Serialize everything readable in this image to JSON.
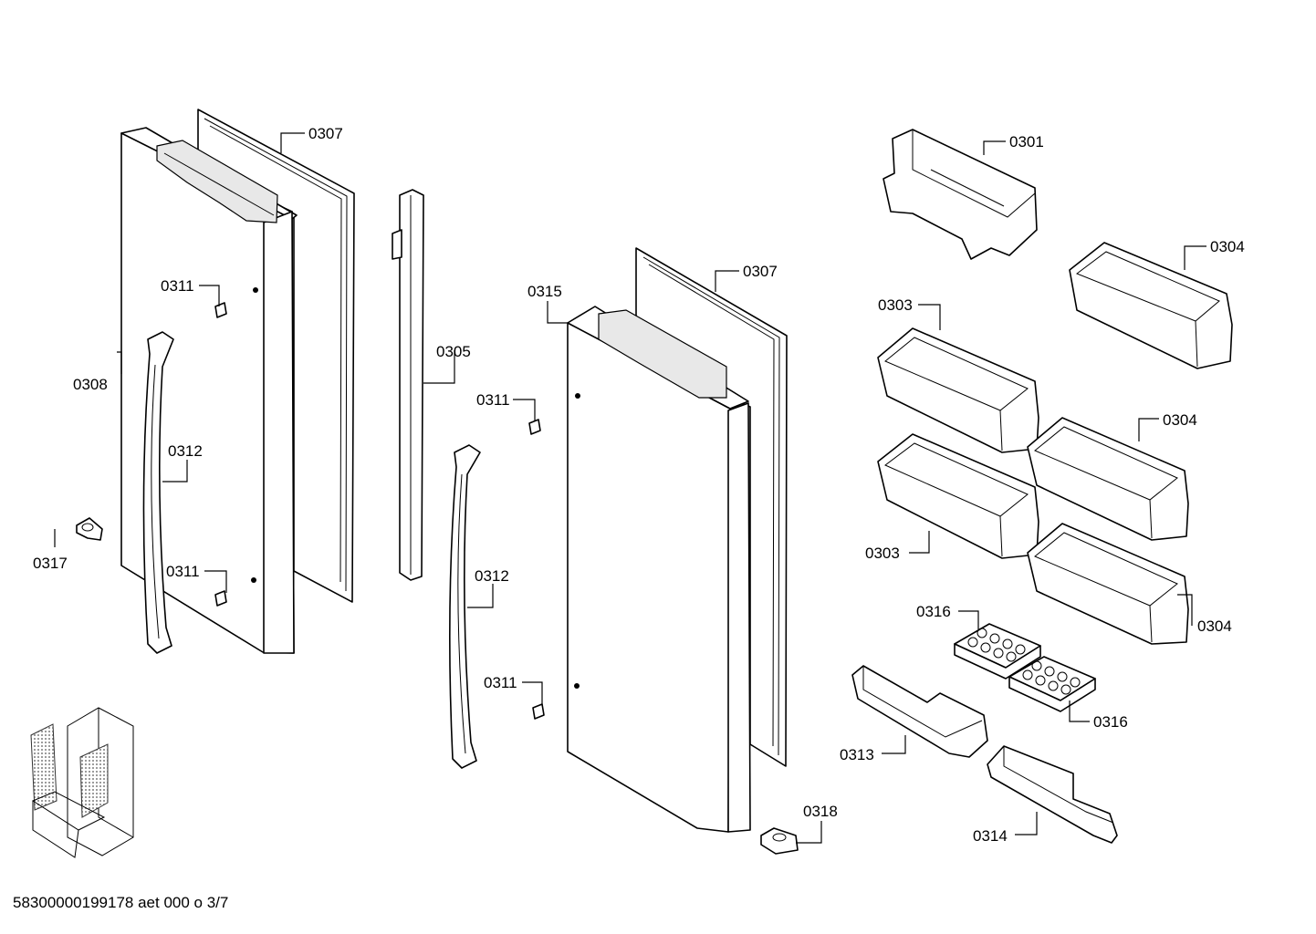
{
  "footer_code": "58300000199178 aet 000 o 3/7",
  "labels": {
    "l0301": "0301",
    "l0303a": "0303",
    "l0303b": "0303",
    "l0304a": "0304",
    "l0304b": "0304",
    "l0304c": "0304",
    "l0305": "0305",
    "l0307a": "0307",
    "l0307b": "0307",
    "l0308": "0308",
    "l0311a": "0311",
    "l0311b": "0311",
    "l0311c": "0311",
    "l0311d": "0311",
    "l0312a": "0312",
    "l0312b": "0312",
    "l0313": "0313",
    "l0314": "0314",
    "l0315": "0315",
    "l0316a": "0316",
    "l0316b": "0316",
    "l0317": "0317",
    "l0318": "0318"
  }
}
